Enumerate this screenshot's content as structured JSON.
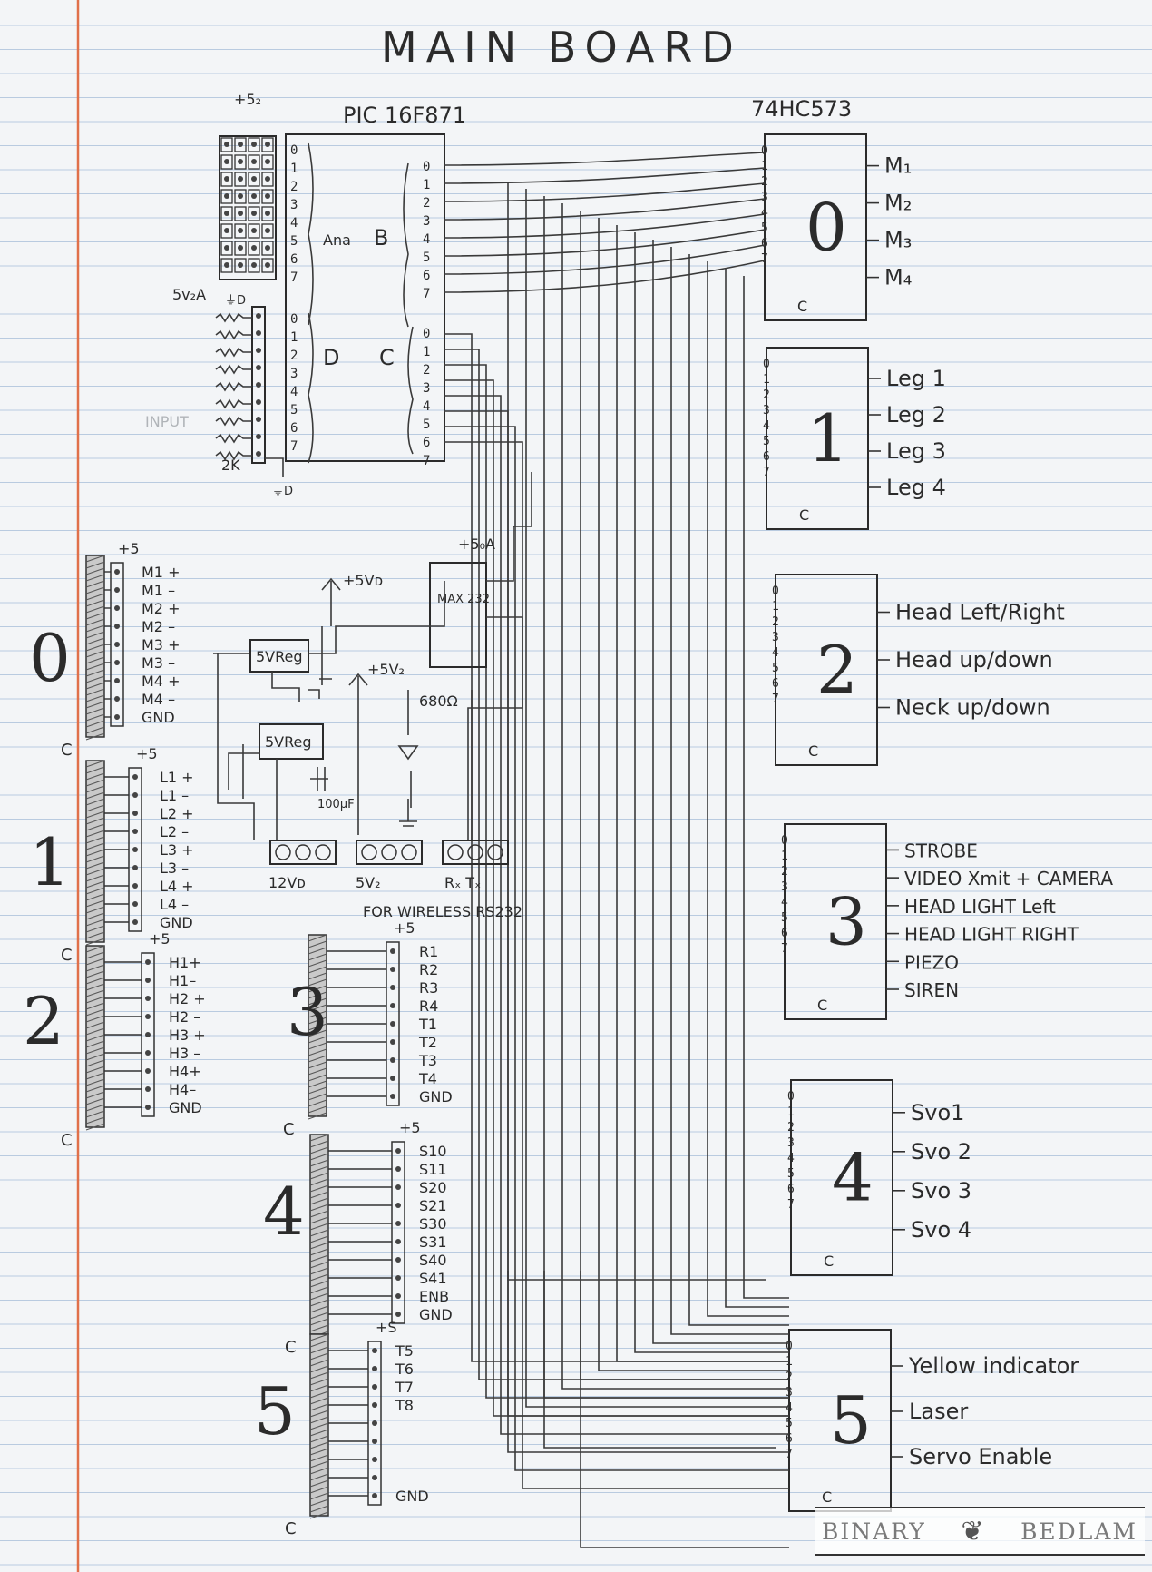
{
  "diagram": {
    "title": "MAIN BOARD",
    "pic_label": "PIC 16F871",
    "latch_label": "74HC573",
    "supply_s2": "+5₂",
    "port_ana": "Ana",
    "port_b": "B",
    "port_d": "D",
    "port_c": "C",
    "sv2a": "5v₂A",
    "gnd_d": "⏚D",
    "res_2k": "2K",
    "input_word": "INPUT",
    "pin_nums": [
      "0",
      "1",
      "2",
      "3",
      "4",
      "5",
      "6",
      "7"
    ],
    "latches": [
      {
        "num": "0",
        "outputs": [
          "M₁",
          "M₂",
          "M₃",
          "M₄"
        ]
      },
      {
        "num": "1",
        "outputs": [
          "Leg 1",
          "Leg 2",
          "Leg 3",
          "Leg 4"
        ]
      },
      {
        "num": "2",
        "outputs": [
          "Head  Left/Right",
          "Head  up/down",
          "Neck  up/down"
        ]
      },
      {
        "num": "3",
        "outputs": [
          "STROBE",
          "VIDEO Xmit + CAMERA",
          "HEAD LIGHT Left",
          "HEAD LIGHT RIGHT",
          "PIEZO",
          "SIREN"
        ]
      },
      {
        "num": "4",
        "outputs": [
          "Svo1",
          "Svo 2",
          "Svo 3",
          "Svo 4"
        ]
      },
      {
        "num": "5",
        "outputs": [
          "Yellow indicator",
          "Laser",
          "Servo Enable"
        ]
      }
    ],
    "latch_c": "C",
    "power": {
      "max232": "MAX 232",
      "s0a": "+5₀A",
      "vd": "+5Vᴅ",
      "v2": "+5V₂",
      "reg1": "5VReg",
      "reg2": "5VReg",
      "cap": "100μF",
      "res680": "680Ω",
      "j12": "12Vᴅ",
      "j5": "5V₂",
      "rxtx": "Rₓ  Tₓ",
      "wireless": "FOR WIRELESS RS232",
      "gnd": "⏚"
    },
    "connectors": [
      {
        "num": "0",
        "top": "+5",
        "pins": [
          "M1 +",
          "M1 –",
          "M2 +",
          "M2 –",
          "M3 +",
          "M3 –",
          "M4 +",
          "M4 –",
          "GND"
        ]
      },
      {
        "num": "1",
        "top": "+5",
        "pins": [
          "L1 +",
          "L1 –",
          "L2 +",
          "L2 –",
          "L3 +",
          "L3 –",
          "L4 +",
          "L4 –",
          "GND"
        ]
      },
      {
        "num": "2",
        "top": "+5",
        "pins": [
          "H1+",
          "H1–",
          "H2 +",
          "H2 –",
          "H3 +",
          "H3 –",
          "H4+",
          "H4–",
          "GND"
        ]
      },
      {
        "num": "3",
        "top": "+5",
        "pins": [
          "R1",
          "R2",
          "R3",
          "R4",
          "T1",
          "T2",
          "T3",
          "T4",
          "GND"
        ]
      },
      {
        "num": "4",
        "top": "+5",
        "pins": [
          "S10",
          "S11",
          "S20",
          "S21",
          "S30",
          "S31",
          "S40",
          "S41",
          "ENB",
          "GND"
        ]
      },
      {
        "num": "5",
        "top": "+S",
        "pins": [
          "T5",
          "T6",
          "T7",
          "T8",
          "",
          "",
          "",
          "",
          "GND"
        ]
      }
    ],
    "conn_c": "C",
    "logo_left": "BINARY",
    "logo_right": "BEDLAM"
  }
}
